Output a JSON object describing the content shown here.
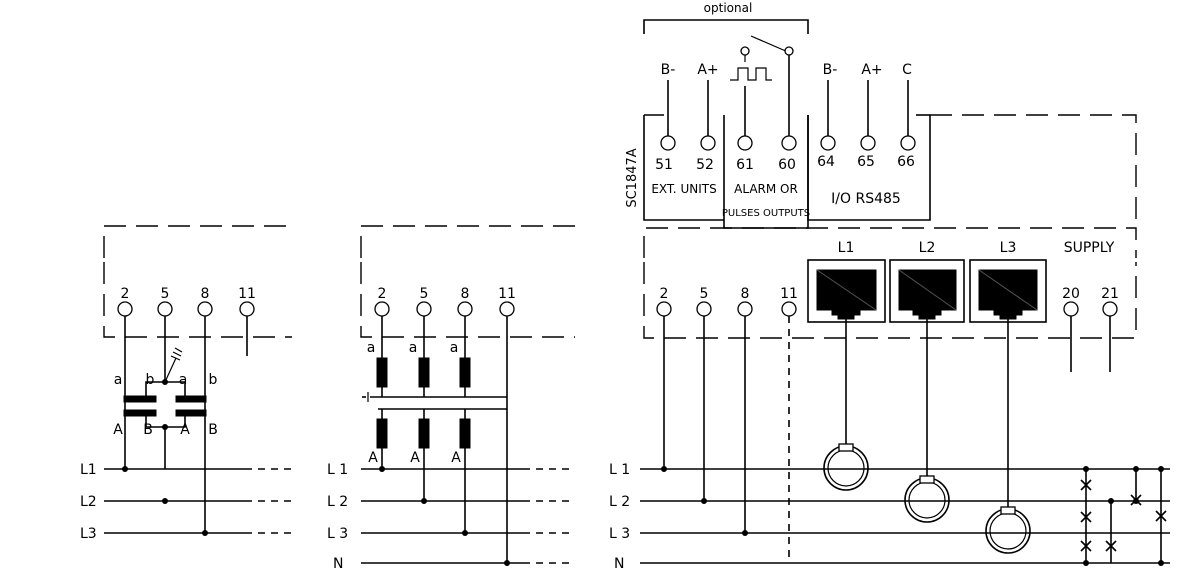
{
  "top": {
    "optional_label": "optional",
    "model_code": "SC1847A",
    "pin_labels": [
      "B-",
      "A+",
      "B-",
      "A+",
      "C"
    ],
    "ext_terminals": [
      "51",
      "52"
    ],
    "alarm_terminals": [
      "61",
      "60"
    ],
    "rs485_terminals": [
      "64",
      "65",
      "66"
    ],
    "ext_units_label": "EXT. UNITS",
    "alarm_label_1": "ALARM OR",
    "alarm_label_2": "PULSES OUTPUTS",
    "io_label": "I/O RS485"
  },
  "diagram1": {
    "terminals": [
      "2",
      "5",
      "8",
      "11"
    ],
    "lines": [
      "L1",
      "L2",
      "L3"
    ],
    "ct_small": [
      "a",
      "b",
      "a",
      "b"
    ],
    "ct_big": [
      "A",
      "B",
      "A",
      "B"
    ]
  },
  "diagram2": {
    "terminals": [
      "2",
      "5",
      "8",
      "11"
    ],
    "lines": [
      "L 1",
      "L 2",
      "L 3",
      "N"
    ],
    "ct_small": [
      "a",
      "a",
      "a"
    ],
    "ct_big": [
      "A",
      "A",
      "A"
    ]
  },
  "diagram3": {
    "terminals": [
      "2",
      "5",
      "8",
      "11"
    ],
    "ct_labels": [
      "L1",
      "L2",
      "L3"
    ],
    "supply_label": "SUPPLY",
    "supply_terminals": [
      "20",
      "21"
    ],
    "lines": [
      "L 1",
      "L 2",
      "L 3",
      "N"
    ]
  }
}
